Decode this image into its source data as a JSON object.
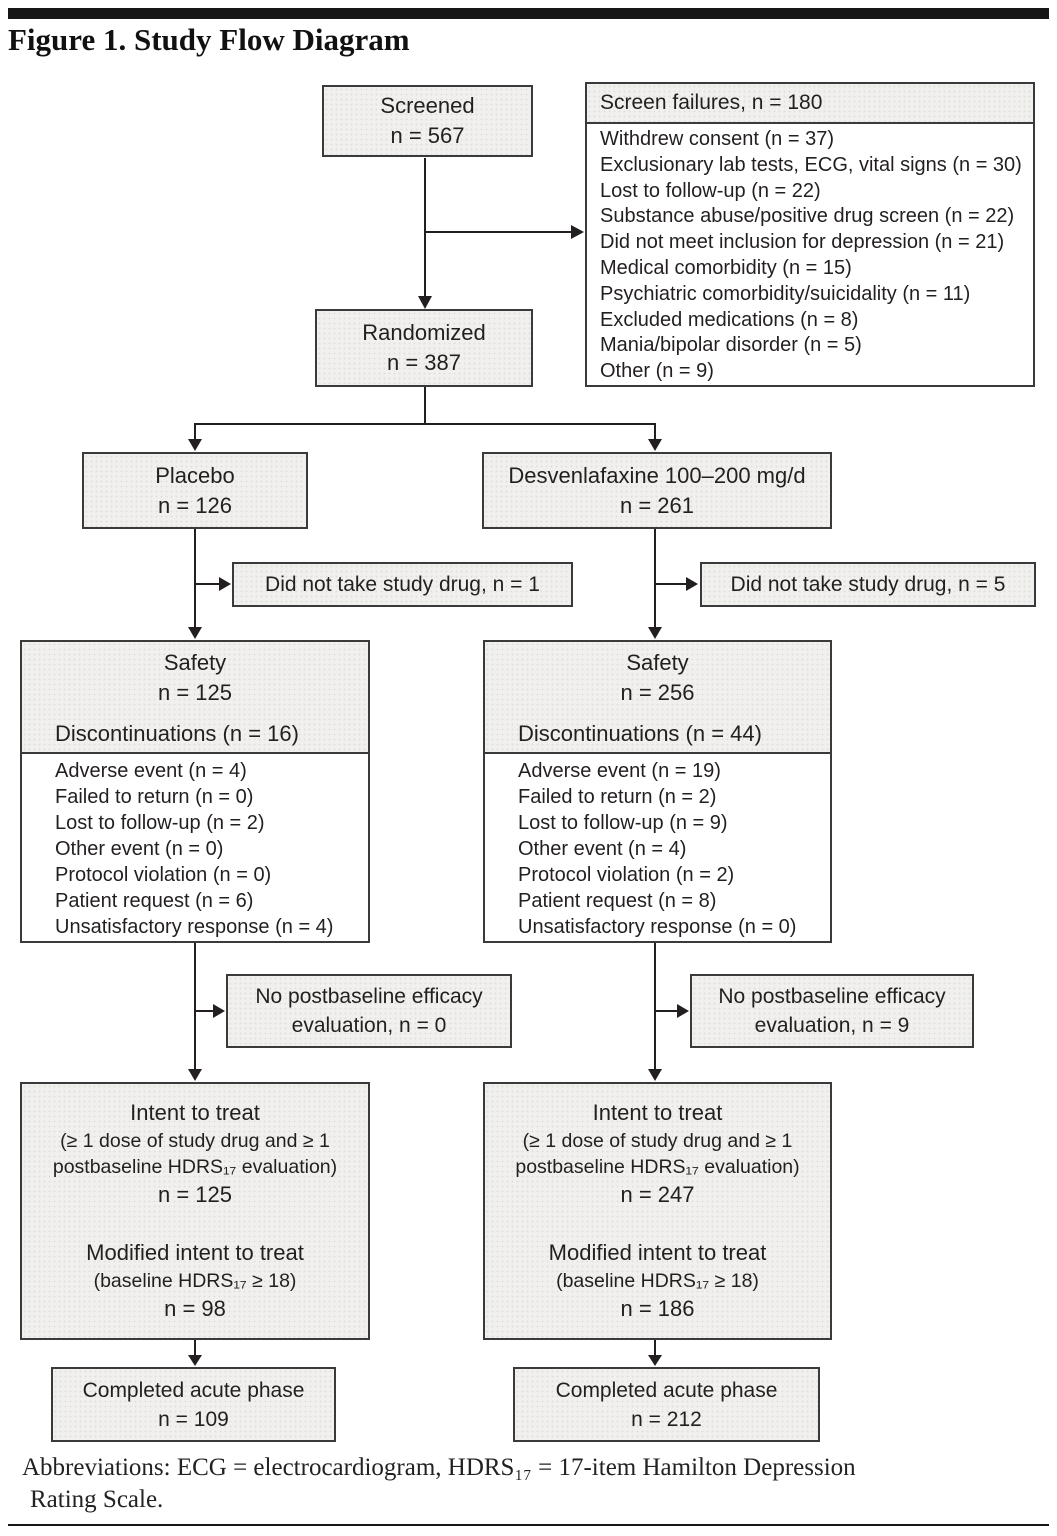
{
  "figure": {
    "title": "Figure 1. Study Flow Diagram",
    "footnote_line1": "Abbreviations: ECG = electrocardiogram, HDRS₁₇ = 17-item Hamilton Depression",
    "footnote_line2": "Rating Scale."
  },
  "boxes": {
    "screened": {
      "label": "Screened",
      "n": "n = 567"
    },
    "screen_failures": {
      "header": "Screen failures, n = 180",
      "items": [
        "Withdrew consent (n = 37)",
        "Exclusionary lab tests, ECG, vital signs (n = 30)",
        "Lost to follow-up (n = 22)",
        "Substance abuse/positive drug screen (n = 22)",
        "Did not meet inclusion for depression (n = 21)",
        "Medical comorbidity (n = 15)",
        "Psychiatric comorbidity/suicidality (n = 11)",
        "Excluded medications (n = 8)",
        "Mania/bipolar disorder (n = 5)",
        "Other (n = 9)"
      ]
    },
    "randomized": {
      "label": "Randomized",
      "n": "n = 387"
    },
    "placebo_arm": {
      "label": "Placebo",
      "n": "n = 126"
    },
    "desvenlafaxine_arm": {
      "label": "Desvenlafaxine 100–200 mg/d",
      "n": "n = 261"
    },
    "did_not_take_left": {
      "text": "Did not take study drug, n = 1"
    },
    "did_not_take_right": {
      "text": "Did not take study drug, n = 5"
    },
    "safety_left": {
      "title": "Safety",
      "n": "n = 125",
      "discontinuations": "Discontinuations (n = 16)",
      "items": [
        "Adverse event (n = 4)",
        "Failed to return (n = 0)",
        "Lost to follow-up (n = 2)",
        "Other event (n = 0)",
        "Protocol violation (n = 0)",
        "Patient request (n = 6)",
        "Unsatisfactory response (n = 4)"
      ]
    },
    "safety_right": {
      "title": "Safety",
      "n": "n = 256",
      "discontinuations": "Discontinuations (n = 44)",
      "items": [
        "Adverse event (n = 19)",
        "Failed to return (n = 2)",
        "Lost to follow-up (n = 9)",
        "Other event (n = 4)",
        "Protocol violation (n = 2)",
        "Patient request (n = 8)",
        "Unsatisfactory response (n = 0)"
      ]
    },
    "no_postbaseline_left": {
      "line1": "No postbaseline efficacy",
      "line2": "evaluation, n = 0"
    },
    "no_postbaseline_right": {
      "line1": "No postbaseline efficacy",
      "line2": "evaluation, n = 9"
    },
    "itt_left": {
      "title": "Intent to treat",
      "criteria1": "(≥ 1 dose of study drug and ≥ 1",
      "criteria2": "postbaseline HDRS₁₇ evaluation)",
      "n": "n = 125",
      "mitt_title": "Modified intent to treat",
      "mitt_criteria": "(baseline HDRS₁₇ ≥ 18)",
      "mitt_n": "n = 98"
    },
    "itt_right": {
      "title": "Intent to treat",
      "criteria1": "(≥ 1 dose of study drug and ≥ 1",
      "criteria2": "postbaseline HDRS₁₇ evaluation)",
      "n": "n = 247",
      "mitt_title": "Modified intent to treat",
      "mitt_criteria": "(baseline HDRS₁₇ ≥ 18)",
      "mitt_n": "n = 186"
    },
    "completed_left": {
      "label": "Completed acute phase",
      "n": "n = 109"
    },
    "completed_right": {
      "label": "Completed acute phase",
      "n": "n = 212"
    }
  },
  "colors": {
    "box_fill": "#f1f0ee",
    "box_border": "#3a3a3a",
    "line": "#231f20",
    "text": "#231f20",
    "rule": "#161616"
  }
}
